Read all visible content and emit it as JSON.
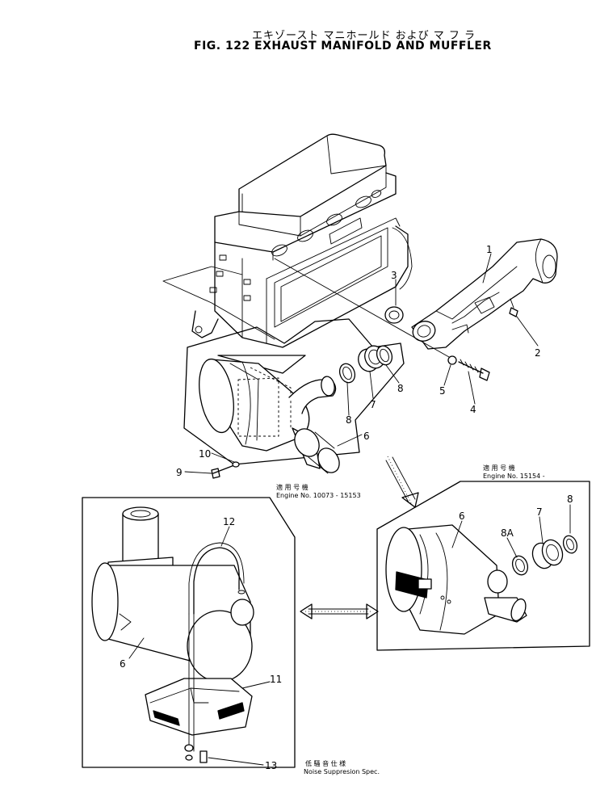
{
  "title": {
    "japanese": "エキゾースト マニホールド および マ フ ラ",
    "english": "FIG. 122  EXHAUST  MANIFOLD  AND  MUFFLER"
  },
  "callouts": {
    "c1": "1",
    "c2": "2",
    "c3": "3",
    "c4": "4",
    "c5": "5",
    "c6_top": "6",
    "c7_top": "7",
    "c8_top_a": "8",
    "c8_top_b": "8",
    "c9": "9",
    "c10": "10",
    "c6_right": "6",
    "c7_right": "7",
    "c8_right": "8",
    "c8A": "8A",
    "c12": "12",
    "c6_left": "6",
    "c11": "11",
    "c13": "13"
  },
  "notes": {
    "serial_top_jp": "適 用 号 機",
    "serial_top_en": "Engine No. 10073 - 15153",
    "serial_right_jp": "適 用 号 機",
    "serial_right_en": "Engine No. 15154 -",
    "noise_jp": "低 騒 音 仕 様",
    "noise_en": "Noise Suppresion Spec."
  }
}
